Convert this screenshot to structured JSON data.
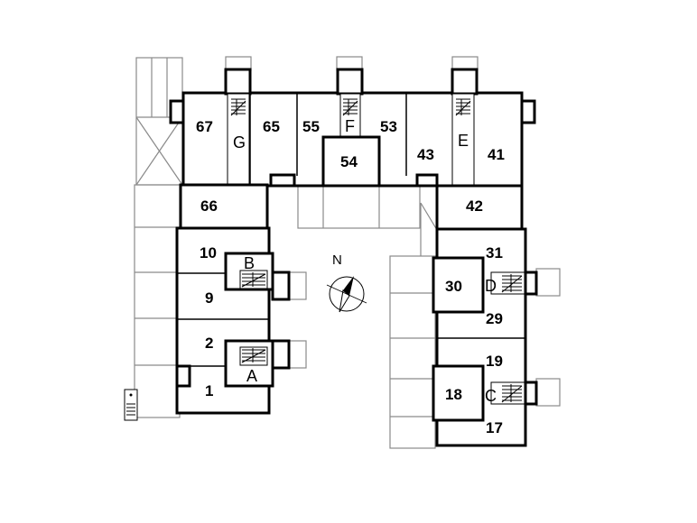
{
  "units": [
    {
      "id": "u67",
      "label": "67"
    },
    {
      "id": "u65",
      "label": "65"
    },
    {
      "id": "u55",
      "label": "55"
    },
    {
      "id": "u53",
      "label": "53"
    },
    {
      "id": "u54",
      "label": "54"
    },
    {
      "id": "u43",
      "label": "43"
    },
    {
      "id": "u41",
      "label": "41"
    },
    {
      "id": "u66",
      "label": "66"
    },
    {
      "id": "u42",
      "label": "42"
    },
    {
      "id": "u10",
      "label": "10"
    },
    {
      "id": "u9",
      "label": "9"
    },
    {
      "id": "u2",
      "label": "2"
    },
    {
      "id": "u1",
      "label": "1"
    },
    {
      "id": "u31",
      "label": "31"
    },
    {
      "id": "u30",
      "label": "30"
    },
    {
      "id": "u29",
      "label": "29"
    },
    {
      "id": "u19",
      "label": "19"
    },
    {
      "id": "u18",
      "label": "18"
    },
    {
      "id": "u17",
      "label": "17"
    }
  ],
  "stairs": [
    {
      "id": "sG",
      "label": "G"
    },
    {
      "id": "sF",
      "label": "F"
    },
    {
      "id": "sE",
      "label": "E"
    },
    {
      "id": "sB",
      "label": "B"
    },
    {
      "id": "sA",
      "label": "A"
    },
    {
      "id": "sD",
      "label": "D"
    },
    {
      "id": "sC",
      "label": "C"
    }
  ],
  "compass": {
    "label": "N"
  }
}
